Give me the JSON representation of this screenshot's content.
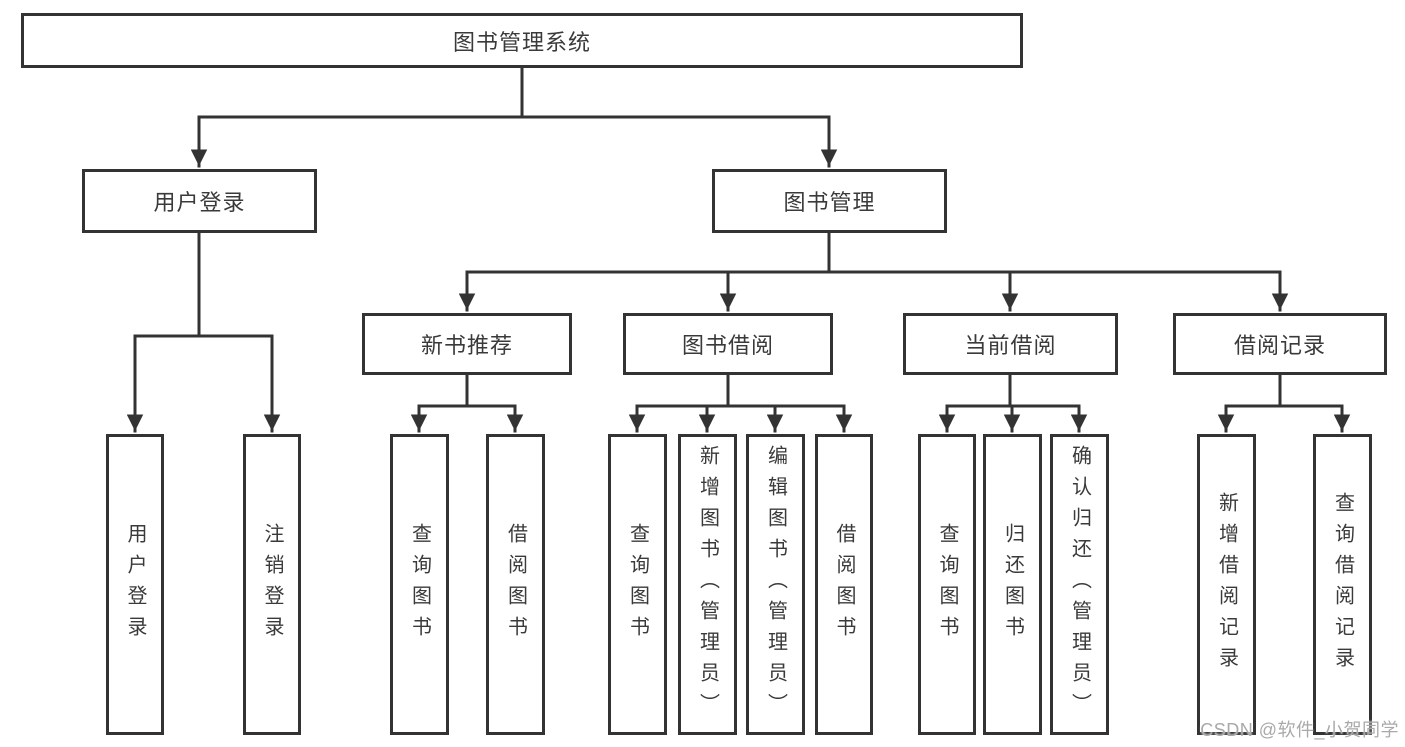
{
  "colors": {
    "line": "#333333",
    "node_border": "#333333",
    "text": "#3a3a3a",
    "background": "#ffffff",
    "watermark": "#a9a9a9"
  },
  "diagram": {
    "title": "图书管理系统",
    "level2": [
      "用户登录",
      "图书管理"
    ],
    "level3": [
      "新书推荐",
      "图书借阅",
      "当前借阅",
      "借阅记录"
    ],
    "leaves": [
      "用户登录",
      "注销登录",
      "查询图书",
      "借阅图书",
      "查询图书",
      "新增图书（管理员）",
      "编辑图书（管理员）",
      "借阅图书",
      "查询图书",
      "归还图书",
      "确认归还（管理员）",
      "新增借阅记录",
      "查询借阅记录"
    ],
    "hierarchy": {
      "图书管理系统": [
        "用户登录",
        "图书管理"
      ],
      "用户登录": [
        "用户登录",
        "注销登录"
      ],
      "图书管理": [
        "新书推荐",
        "图书借阅",
        "当前借阅",
        "借阅记录"
      ],
      "新书推荐": [
        "查询图书",
        "借阅图书"
      ],
      "图书借阅": [
        "查询图书",
        "新增图书（管理员）",
        "编辑图书（管理员）",
        "借阅图书"
      ],
      "当前借阅": [
        "查询图书",
        "归还图书",
        "确认归还（管理员）"
      ],
      "借阅记录": [
        "新增借阅记录",
        "查询借阅记录"
      ]
    }
  },
  "watermark": {
    "text": "CSDN @软件_小贺同学"
  }
}
